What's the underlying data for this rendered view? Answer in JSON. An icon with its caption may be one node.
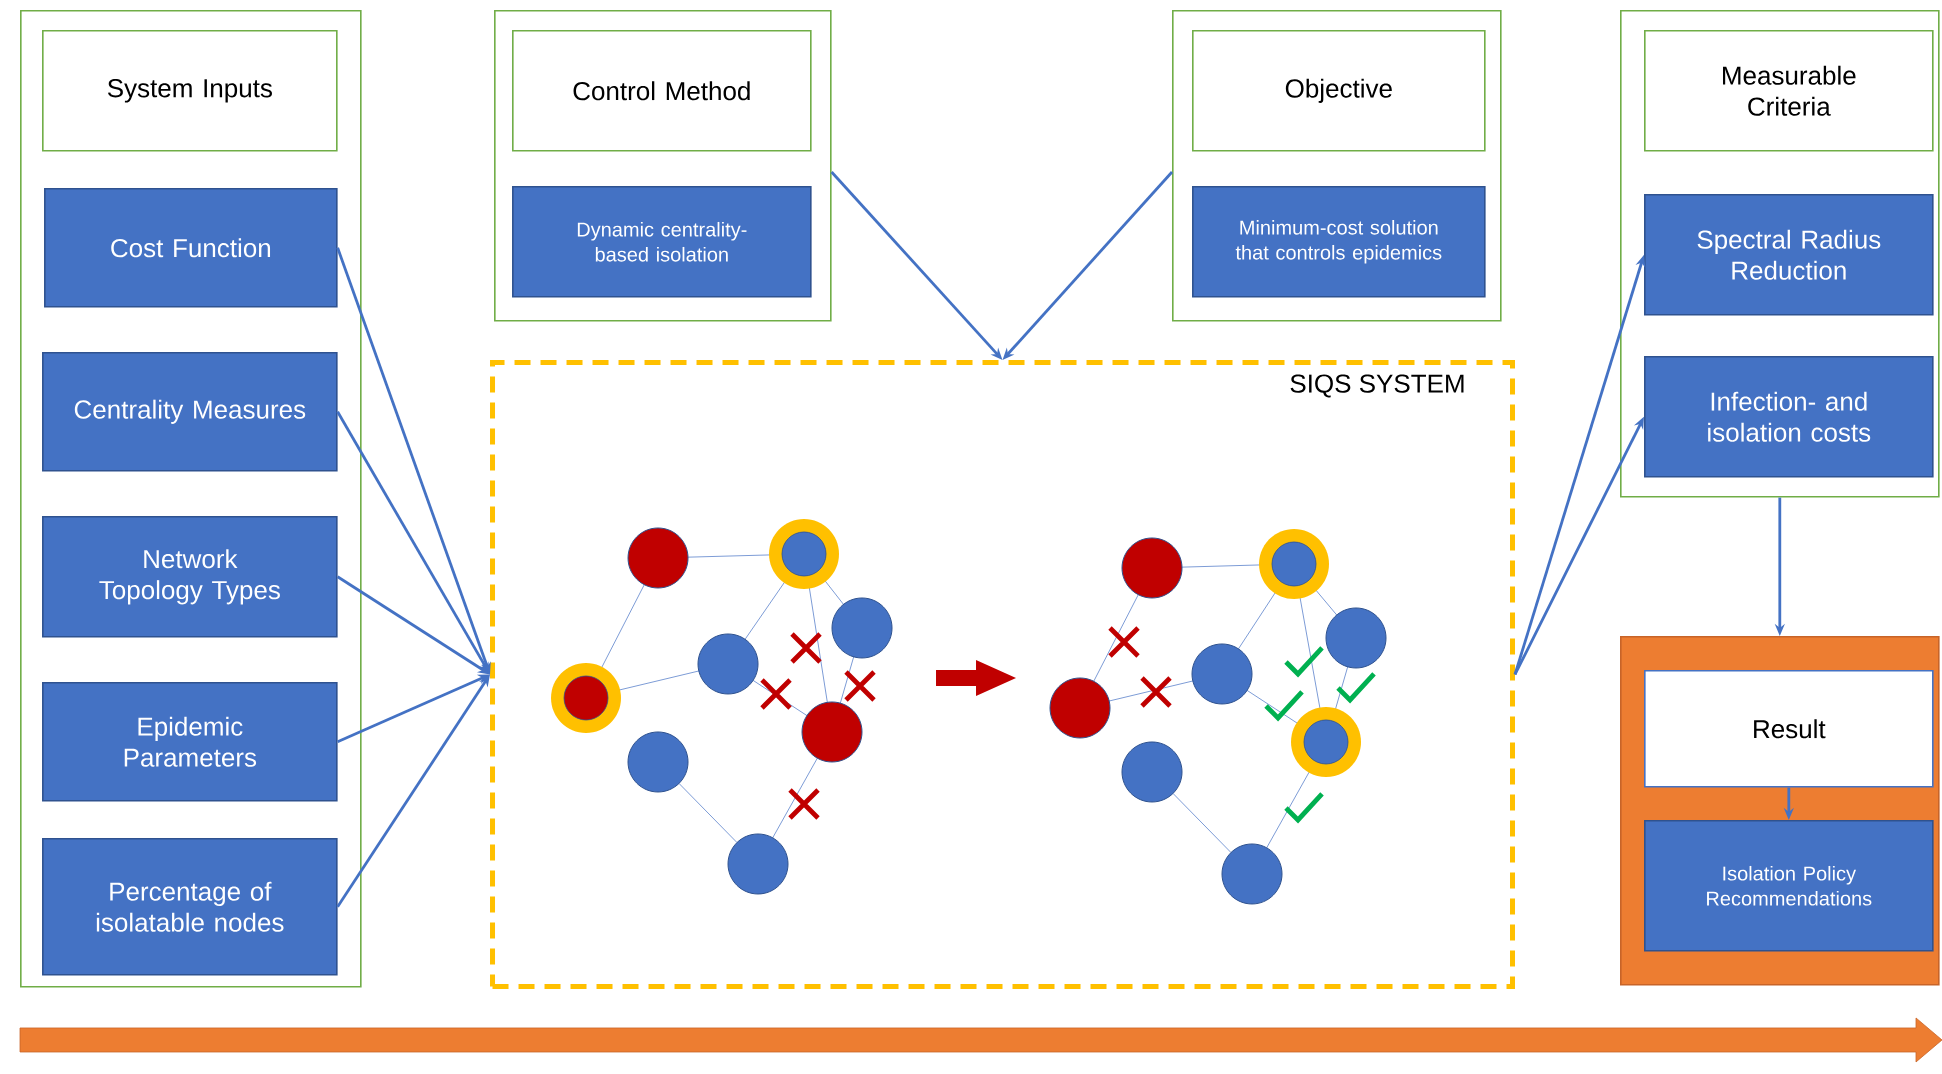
{
  "diagram": {
    "nodes": [
      {
        "text": [],
        "shape": "box"
      },
      {
        "text": [
          "System Inputs"
        ],
        "in": 0
      },
      {
        "text": [
          "Cost Function"
        ],
        "in": 0
      },
      {
        "text": [
          "Centrality Measures"
        ],
        "in": 0
      },
      {
        "text": [
          "Network Topology Types"
        ],
        "in": 0
      },
      {
        "text": [
          "Epidemic Parameters"
        ],
        "in": 0
      },
      {
        "text": [
          "Percentage of isolatable nodes"
        ],
        "in": 0
      },
      {
        "text": [],
        "shape": "box"
      },
      {
        "text": [
          "Control Method"
        ],
        "in": 7
      },
      {
        "text": [
          "Dynamic centrality-based isolation"
        ],
        "in": 7
      },
      {
        "text": [],
        "shape": "box"
      },
      {
        "text": [
          "Objective"
        ],
        "in": 10
      },
      {
        "text": [
          "Minimum-cost solution that controls epidemics"
        ],
        "in": 10
      },
      {
        "text": [
          "SIQS SYSTEM"
        ]
      },
      {
        "text": [],
        "shape": "box"
      },
      {
        "text": [
          "Measurable Criteria"
        ],
        "in": 14
      },
      {
        "text": [
          "Spectral Radius Reduction"
        ],
        "in": 14
      },
      {
        "text": [
          "Infection- and isolation costs"
        ],
        "in": 14
      },
      {
        "text": [],
        "shape": "box"
      },
      {
        "text": [
          "Result"
        ],
        "in": 18
      },
      {
        "text": [
          "Isolation Policy Recommendations"
        ],
        "in": 18
      }
    ],
    "edges": [
      {
        "from": 2,
        "to": 13,
        "arrow": "to"
      },
      {
        "from": 3,
        "to": 13,
        "arrow": "to"
      },
      {
        "from": 4,
        "to": 13,
        "arrow": "to"
      },
      {
        "from": 5,
        "to": 13,
        "arrow": "to"
      },
      {
        "from": 6,
        "to": 13,
        "arrow": "to"
      },
      {
        "from": 7,
        "to": 13,
        "arrow": "to"
      },
      {
        "from": 10,
        "to": 13,
        "arrow": "to"
      },
      {
        "from": 13,
        "to": 16,
        "arrow": "to"
      },
      {
        "from": 13,
        "to": 17,
        "arrow": "to"
      },
      {
        "from": 14,
        "to": 18,
        "arrow": "to"
      },
      {
        "from": 19,
        "to": 20,
        "arrow": "to"
      }
    ]
  }
}
